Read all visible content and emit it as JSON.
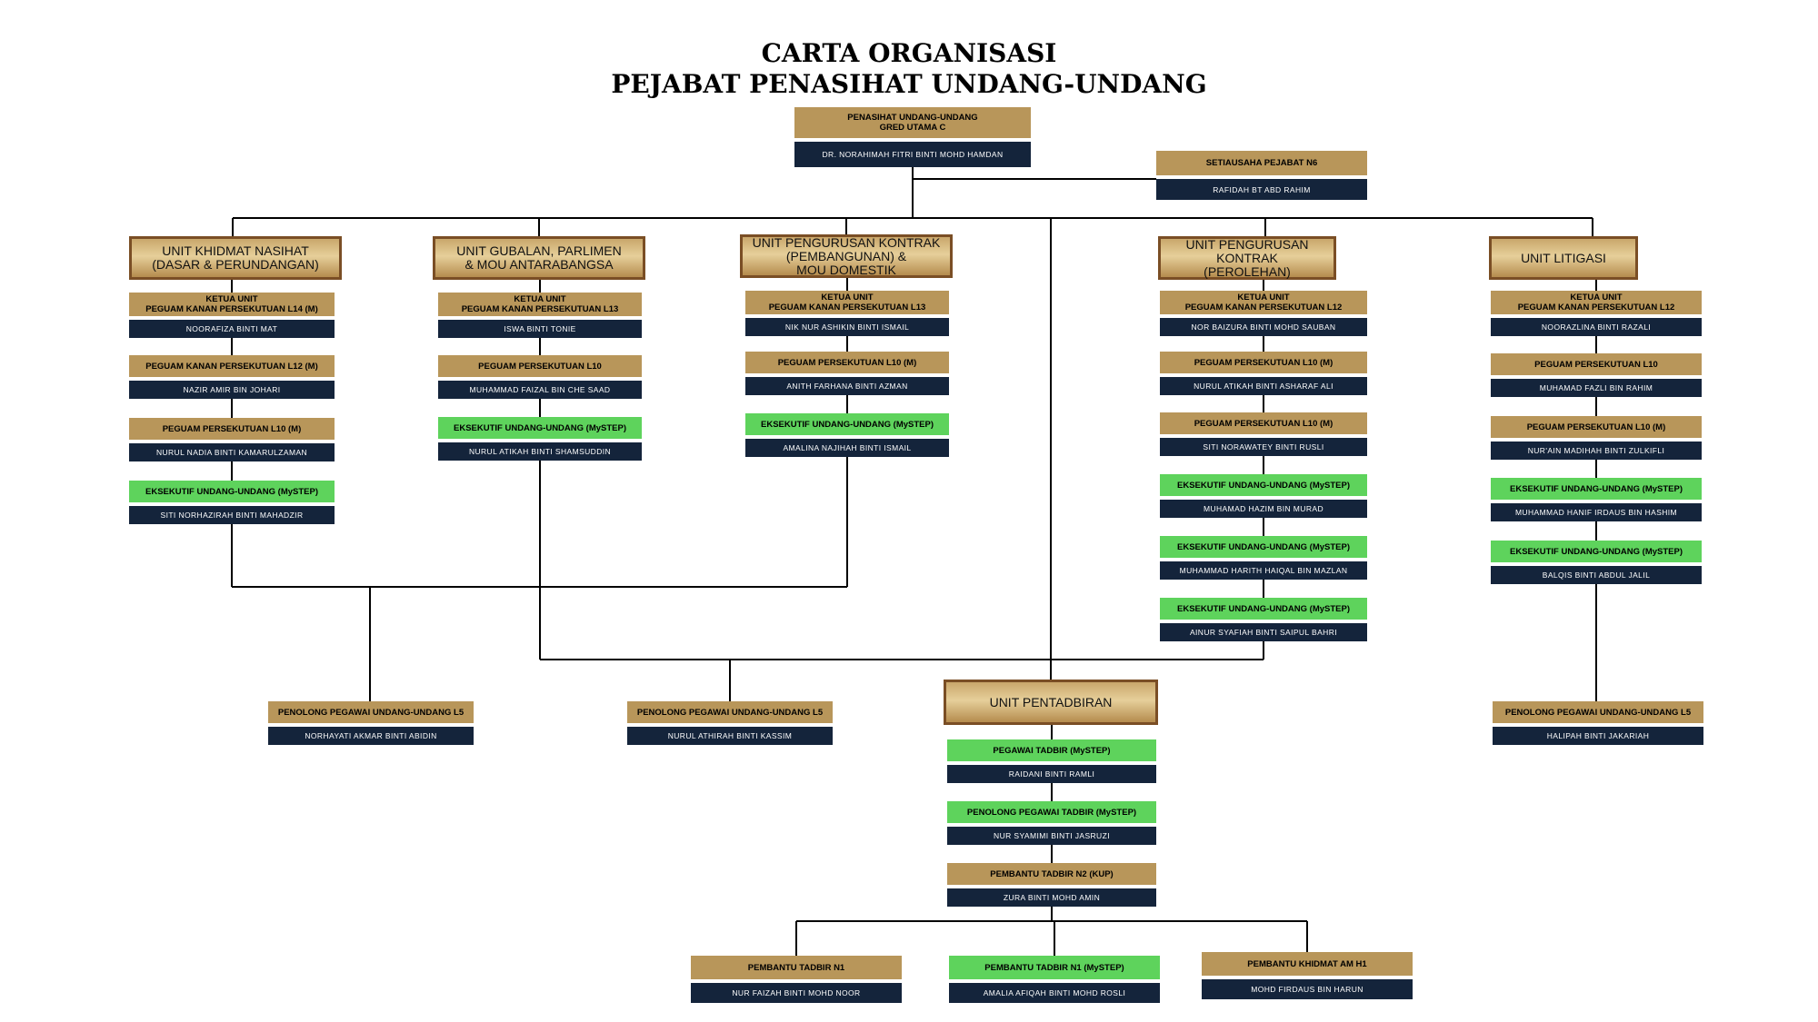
{
  "title": {
    "line1": "CARTA ORGANISASI",
    "line2": "PEJABAT PENASIHAT UNDANG-UNDANG"
  },
  "head": {
    "role_line1": "PENASIHAT UNDANG-UNDANG",
    "role_line2": "GRED UTAMA C",
    "name": "DR. NORAHIMAH FITRI BINTI MOHD HAMDAN"
  },
  "secretary": {
    "role": "SETIAUSAHA PEJABAT N6",
    "name": "RAFIDAH BT ABD RAHIM"
  },
  "units": [
    {
      "title_lines": [
        "UNIT KHIDMAT NASIHAT",
        "(DASAR & PERUNDANGAN)"
      ],
      "members": [
        {
          "role_lines": [
            "KETUA UNIT",
            "PEGUAM KANAN PERSEKUTUAN L14 (M)"
          ],
          "name": "NOORAFIZA BINTI MAT",
          "color": "gold"
        },
        {
          "role_lines": [
            "PEGUAM KANAN PERSEKUTUAN L12 (M)"
          ],
          "name": "NAZIR AMIR BIN JOHARI",
          "color": "gold"
        },
        {
          "role_lines": [
            "PEGUAM PERSEKUTUAN L10 (M)"
          ],
          "name": "NURUL NADIA BINTI KAMARULZAMAN",
          "color": "gold"
        },
        {
          "role_lines": [
            "EKSEKUTIF UNDANG-UNDANG (MySTEP)"
          ],
          "name": "SITI NORHAZIRAH BINTI MAHADZIR",
          "color": "green"
        }
      ]
    },
    {
      "title_lines": [
        "UNIT GUBALAN, PARLIMEN",
        "& MOU ANTARABANGSA"
      ],
      "members": [
        {
          "role_lines": [
            "KETUA UNIT",
            "PEGUAM KANAN PERSEKUTUAN L13"
          ],
          "name": "ISWA BINTI TONIE",
          "color": "gold"
        },
        {
          "role_lines": [
            "PEGUAM PERSEKUTUAN L10"
          ],
          "name": "MUHAMMAD FAIZAL BIN CHE SAAD",
          "color": "gold"
        },
        {
          "role_lines": [
            "EKSEKUTIF UNDANG-UNDANG (MySTEP)"
          ],
          "name": "NURUL ATIKAH BINTI SHAMSUDDIN",
          "color": "green"
        }
      ]
    },
    {
      "title_lines": [
        "UNIT PENGURUSAN KONTRAK",
        "(PEMBANGUNAN) &",
        "MOU DOMESTIK"
      ],
      "members": [
        {
          "role_lines": [
            "KETUA UNIT",
            "PEGUAM KANAN PERSEKUTUAN L13"
          ],
          "name": "NIK NUR ASHIKIN BINTI ISMAIL",
          "color": "gold"
        },
        {
          "role_lines": [
            "PEGUAM PERSEKUTUAN L10 (M)"
          ],
          "name": "ANITH FARHANA BINTI AZMAN",
          "color": "gold"
        },
        {
          "role_lines": [
            "EKSEKUTIF UNDANG-UNDANG (MySTEP)"
          ],
          "name": "AMALINA NAJIHAH BINTI ISMAIL",
          "color": "green"
        }
      ]
    },
    {
      "title_lines": [
        "UNIT PENGURUSAN KONTRAK",
        "(PEROLEHAN)"
      ],
      "members": [
        {
          "role_lines": [
            "KETUA UNIT",
            "PEGUAM KANAN PERSEKUTUAN L12"
          ],
          "name": "NOR BAIZURA BINTI MOHD SAUBAN",
          "color": "gold"
        },
        {
          "role_lines": [
            "PEGUAM PERSEKUTUAN L10 (M)"
          ],
          "name": "NURUL ATIKAH BINTI ASHARAF ALI",
          "color": "gold"
        },
        {
          "role_lines": [
            "PEGUAM PERSEKUTUAN L10 (M)"
          ],
          "name": "SITI NORAWATEY BINTI RUSLI",
          "color": "gold"
        },
        {
          "role_lines": [
            "EKSEKUTIF UNDANG-UNDANG (MySTEP)"
          ],
          "name": "MUHAMAD HAZIM BIN MURAD",
          "color": "green"
        },
        {
          "role_lines": [
            "EKSEKUTIF UNDANG-UNDANG (MySTEP)"
          ],
          "name": "MUHAMMAD HARITH HAIQAL BIN MAZLAN",
          "color": "green"
        },
        {
          "role_lines": [
            "EKSEKUTIF UNDANG-UNDANG (MySTEP)"
          ],
          "name": "AINUR SYAFIAH BINTI SAIPUL BAHRI",
          "color": "green"
        }
      ]
    },
    {
      "title_lines": [
        "UNIT LITIGASI"
      ],
      "members": [
        {
          "role_lines": [
            "KETUA UNIT",
            "PEGUAM KANAN PERSEKUTUAN L12"
          ],
          "name": "NOORAZLINA BINTI RAZALI",
          "color": "gold"
        },
        {
          "role_lines": [
            "PEGUAM PERSEKUTUAN L10"
          ],
          "name": "MUHAMAD FAZLI BIN RAHIM",
          "color": "gold"
        },
        {
          "role_lines": [
            "PEGUAM PERSEKUTUAN L10 (M)"
          ],
          "name": "NUR'AIN MADIHAH BINTI ZULKIFLI",
          "color": "gold"
        },
        {
          "role_lines": [
            "EKSEKUTIF UNDANG-UNDANG (MySTEP)"
          ],
          "name": "MUHAMMAD HANIF IRDAUS BIN HASHIM",
          "color": "green"
        },
        {
          "role_lines": [
            "EKSEKUTIF UNDANG-UNDANG (MySTEP)"
          ],
          "name": "BALQIS BINTI ABDUL JALIL",
          "color": "green"
        }
      ]
    }
  ],
  "assistants": [
    {
      "role": "PENOLONG PEGAWAI UNDANG-UNDANG L5",
      "name": "NORHAYATI AKMAR BINTI ABIDIN",
      "color": "gold"
    },
    {
      "role": "PENOLONG PEGAWAI UNDANG-UNDANG L5",
      "name": "NURUL ATHIRAH BINTI KASSIM",
      "color": "gold"
    },
    {
      "role": "PENOLONG PEGAWAI UNDANG-UNDANG L5",
      "name": "HALIPAH BINTI JAKARIAH",
      "color": "gold"
    }
  ],
  "admin": {
    "title": "UNIT PENTADBIRAN",
    "members": [
      {
        "role": "PEGAWAI TADBIR (MySTEP)",
        "name": "RAIDANI BINTI RAMLI",
        "color": "green"
      },
      {
        "role": "PENOLONG PEGAWAI TADBIR (MySTEP)",
        "name": "NUR SYAMIMI BINTI JASRUZI",
        "color": "green"
      },
      {
        "role": "PEMBANTU TADBIR N2 (KUP)",
        "name": "ZURA BINTI MOHD AMIN",
        "color": "gold"
      }
    ],
    "bottom": [
      {
        "role": "PEMBANTU TADBIR N1",
        "name": "NUR FAIZAH BINTI MOHD NOOR",
        "color": "gold"
      },
      {
        "role": "PEMBANTU TADBIR N1 (MySTEP)",
        "name": "AMALIA AFIQAH BINTI MOHD ROSLI",
        "color": "green"
      },
      {
        "role": "PEMBANTU KHIDMAT AM H1",
        "name": "MOHD FIRDAUS BIN HARUN",
        "color": "gold"
      }
    ]
  },
  "colors": {
    "gold": "#b8965a",
    "green": "#5ed35c",
    "navy": "#14243b",
    "unit_border": "#7a4e25"
  }
}
